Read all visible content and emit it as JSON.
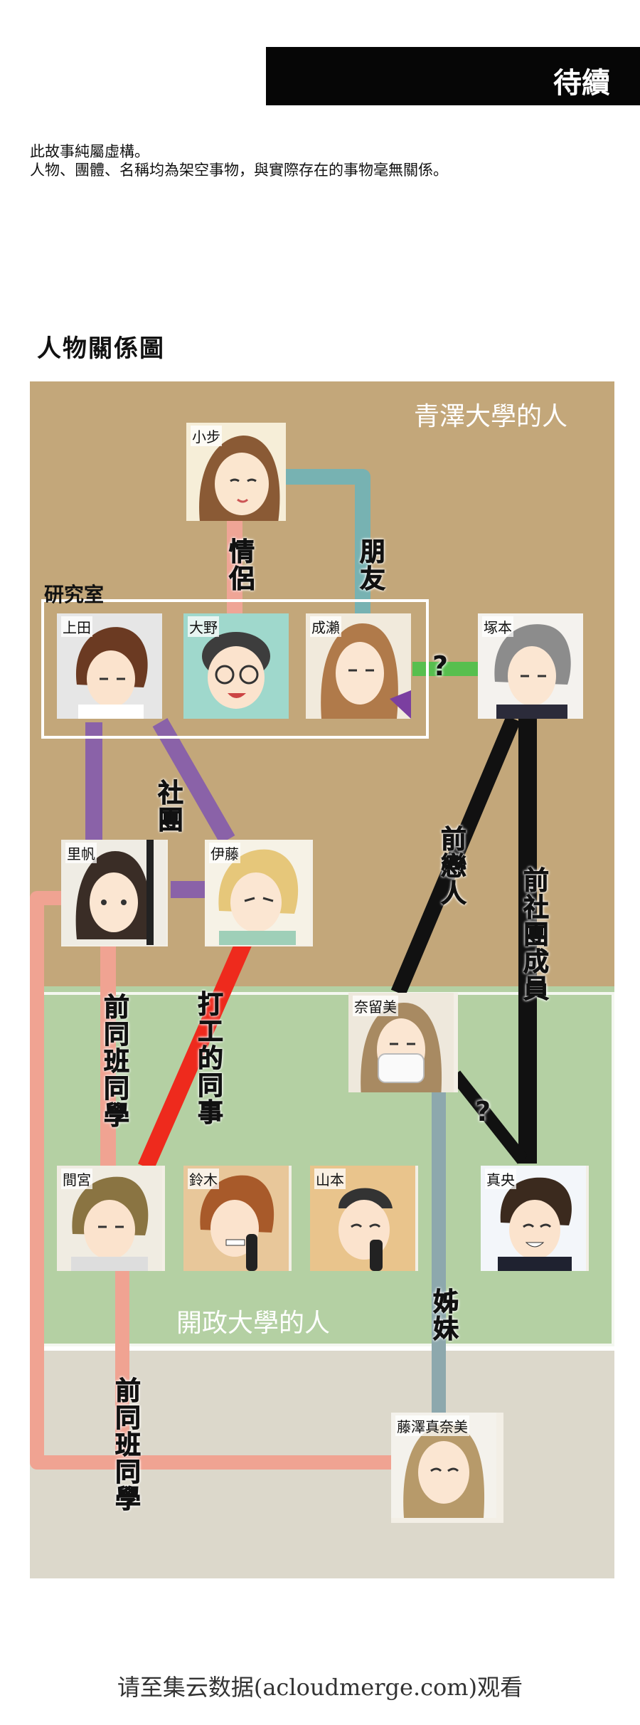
{
  "header": {
    "banner_text": "待續"
  },
  "disclaimer": {
    "line1": "此故事純屬虛構。",
    "line2": "人物、團體、名稱均為架空事物，與實際存在的事物毫無關係。"
  },
  "diagram": {
    "title": "人物關係圖",
    "regions": {
      "top": "青澤大學的人",
      "middle": "開政大學的人"
    },
    "group_label": "研究室",
    "people": {
      "xiaobu": "小步",
      "shangtian": "上田",
      "dave": "大野",
      "chenglai": "成瀨",
      "zhongben": "塚本",
      "lifan": "里帆",
      "yiteng": "伊藤",
      "nailiumei": "奈留美",
      "jiangong": "間宮",
      "lingmu": "鈴木",
      "shanben": "山本",
      "zhenyang": "真央",
      "tengze": "藤澤真奈美"
    },
    "relations": {
      "lovers": "情侶",
      "friends": "朋友",
      "club": "社團",
      "ex_lover": "前戀人",
      "ex_club_member": "前社團成員",
      "former_classmate_1": "前同班同學",
      "coworker": "打工的同事",
      "sisters": "姊妹",
      "former_classmate_2": "前同班同學",
      "unknown_1": "?",
      "unknown_2": "?"
    },
    "colors": {
      "top_region": "#c3a77a",
      "middle_region": "#b4d0a3",
      "bottom_region": "#dcd8cb",
      "friends_line": "#77b2b2",
      "lovers_line": "#efa596",
      "club_line": "#8a62a8",
      "unknown_line": "#57bf4e",
      "ex_line": "#111111",
      "classmate_line": "#f0a392",
      "coworker_line": "#ee2a1d",
      "sisters_line": "#8da8ad"
    }
  },
  "footer": {
    "text": "请至集云数据(acloudmerge.com)观看"
  }
}
